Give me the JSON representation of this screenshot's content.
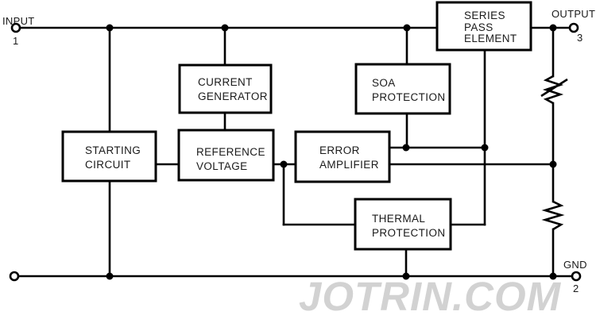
{
  "diagram": {
    "title": "voltage-regulator-block-diagram",
    "terminals": {
      "input": {
        "label": "INPUT",
        "pin": "1"
      },
      "output": {
        "label": "OUTPUT",
        "pin": "3"
      },
      "gnd": {
        "label": "GND",
        "pin": "2"
      }
    },
    "blocks": {
      "series_pass": {
        "lines": [
          "SERIES",
          "PASS",
          "ELEMENT"
        ]
      },
      "current_generator": {
        "lines": [
          "CURRENT",
          "GENERATOR"
        ]
      },
      "soa_protection": {
        "lines": [
          "SOA",
          "PROTECTION"
        ]
      },
      "starting_circuit": {
        "lines": [
          "STARTING",
          "CIRCUIT"
        ]
      },
      "reference_voltage": {
        "lines": [
          "REFERENCE",
          "VOLTAGE"
        ]
      },
      "error_amplifier": {
        "lines": [
          "ERROR",
          "AMPLIFIER"
        ]
      },
      "thermal_protection": {
        "lines": [
          "THERMAL",
          "PROTECTION"
        ]
      }
    },
    "components": {
      "resistor_top": "resistor",
      "resistor_bottom": "resistor"
    },
    "colors": {
      "line": "#000000",
      "background": "#ffffff",
      "watermark": "#d2d2d2"
    },
    "watermark": "JOTRIN.COM"
  }
}
